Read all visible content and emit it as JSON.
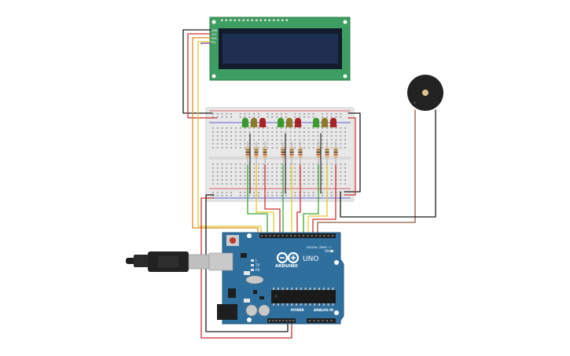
{
  "board": {
    "brand": "ARDUINO",
    "model": "UNO",
    "digital_header": "DIGITAL (PWM ~)",
    "power_header": "POWER",
    "analog_header": "ANALOG IN",
    "tx_label": "TX",
    "rx_label": "RX",
    "l_label": "L",
    "on_label": "ON"
  },
  "lcd": {
    "pin_labels": [
      "GND",
      "VCC",
      "SDA",
      "SCL"
    ]
  },
  "leds": {
    "colors": [
      "#3a9a2a",
      "#8a7a2a",
      "#a82323",
      "#3a9a2a",
      "#8a7a2a",
      "#a82323",
      "#3a9a2a",
      "#8a7a2a",
      "#a82323"
    ]
  },
  "wire_colors": {
    "black": "#1a1a1a",
    "red": "#c8322d",
    "orange": "#e08a1e",
    "yellow": "#e3c82a",
    "green": "#3aa632",
    "brown": "#8a5a3a",
    "purple": "#7a3a9a"
  }
}
